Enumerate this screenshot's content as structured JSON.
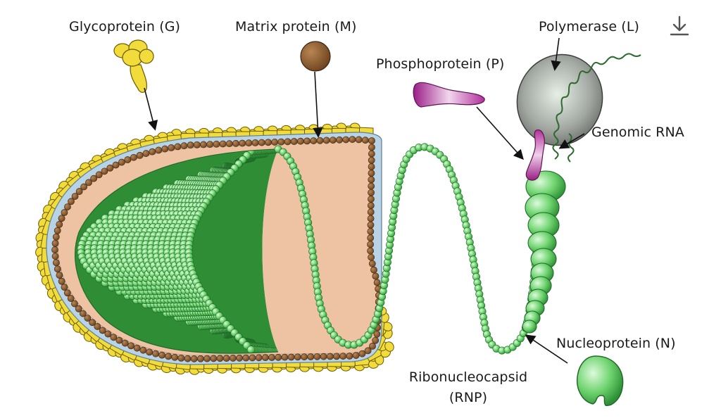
{
  "labels": {
    "glycoprotein": "Glycoprotein (G)",
    "matrix": "Matrix protein (M)",
    "phosphoprotein": "Phosphoprotein (P)",
    "polymerase": "Polymerase (L)",
    "genomic_rna": "Genomic RNA",
    "nucleoprotein": "Nucleoprotein (N)",
    "rnp_line1": "Ribonucleocapsid",
    "rnp_line2": "(RNP)"
  },
  "icons": {
    "download": "download-icon"
  },
  "colors": {
    "glyco_fill": "#f2dc3b",
    "glyco_stroke": "#6b5a00",
    "matrix_fill": "#8a5a2b",
    "membrane": "#b9d3e6",
    "interior": "#eec3a4",
    "nucleo_fill": "#55c85a",
    "nucleo_light": "#c9f5c7",
    "nucleo_stroke": "#1f6b28",
    "phospho": "#b0309a",
    "polymerase": "#8f8f8f"
  }
}
